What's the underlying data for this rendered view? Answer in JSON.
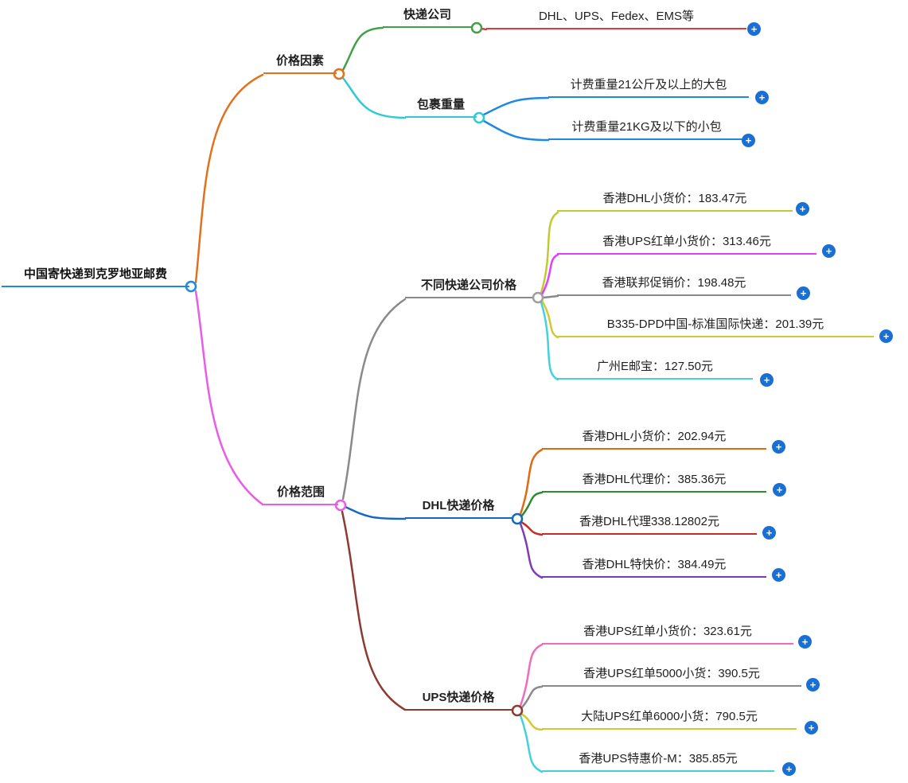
{
  "root": {
    "label": "中国寄快递到克罗地亚邮费"
  },
  "branches": {
    "price_factors": {
      "label": "价格因素"
    },
    "courier_company": {
      "label": "快递公司"
    },
    "package_weight": {
      "label": "包裹重量"
    },
    "price_range": {
      "label": "价格范围"
    },
    "company_prices": {
      "label": "不同快递公司价格"
    },
    "dhl_prices": {
      "label": "DHL快递价格"
    },
    "ups_prices": {
      "label": "UPS快递价格"
    }
  },
  "leaves": {
    "courier_list": {
      "label": "DHL、UPS、Fedex、EMS等"
    },
    "big_package": {
      "label": "计费重量21公斤及以上的大包"
    },
    "small_package": {
      "label": "计费重量21KG及以下的小包"
    },
    "hk_dhl_183": {
      "label": "香港DHL小货价：183.47元"
    },
    "hk_ups_313": {
      "label": "香港UPS红单小货价：313.46元"
    },
    "hk_fedex_198": {
      "label": "香港联邦促销价：198.48元"
    },
    "dpd_201": {
      "label": "B335-DPD中国-标准国际快递：201.39元"
    },
    "gz_epacket_127": {
      "label": "广州E邮宝：127.50元"
    },
    "dhl_202": {
      "label": "香港DHL小货价：202.94元"
    },
    "dhl_385": {
      "label": "香港DHL代理价：385.36元"
    },
    "dhl_338": {
      "label": "香港DHL代理338.12802元"
    },
    "dhl_384": {
      "label": "香港DHL特快价：384.49元"
    },
    "ups_323": {
      "label": "香港UPS红单小货价：323.61元"
    },
    "ups_390": {
      "label": "香港UPS红单5000小货：390.5元"
    },
    "ups_790": {
      "label": "大陆UPS红单6000小货：790.5元"
    },
    "ups_385": {
      "label": "香港UPS特惠价-M：385.85元"
    }
  },
  "icons": {
    "plus": "+"
  },
  "colors": {
    "root_blue": "#1e88e5",
    "orange": "#e2711d",
    "green": "#43a047",
    "red": "#e53935",
    "cyan": "#30c9d6",
    "leaf_blue": "#1e88e5",
    "magenta": "#e85ce8",
    "gray": "#8a8a8a",
    "yellow_green": "#c0ca33",
    "bright_magenta": "#e040fb",
    "yellow": "#d4c832",
    "leaf_cyan": "#45d0e0",
    "dhl_blue": "#1667c0",
    "leaf_orange": "#e06a10",
    "leaf_green": "#2e8b2e",
    "leaf_red": "#c03028",
    "purple": "#7d3cb5",
    "maroon": "#8d3a32",
    "pink": "#ee6cc0",
    "plus_button": "#1a6fd4"
  }
}
